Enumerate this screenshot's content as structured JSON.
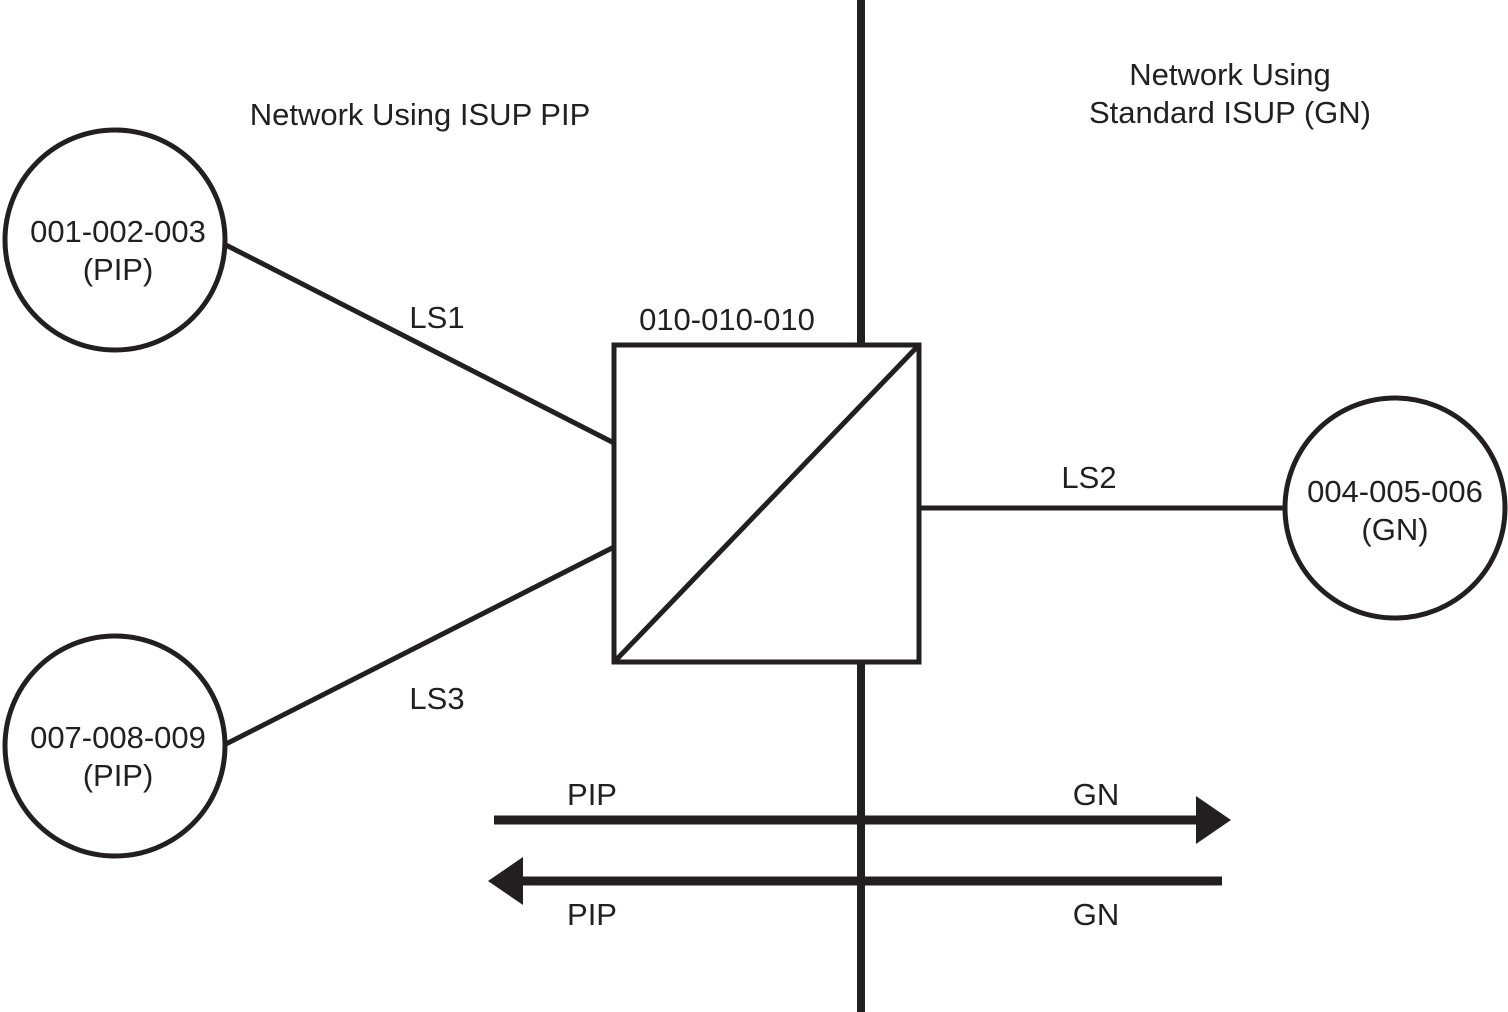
{
  "diagram": {
    "title_left": "Network Using ISUP PIP",
    "title_right_line1": "Network Using",
    "title_right_line2": "Standard ISUP (GN)",
    "gateway": {
      "label": "010-010-010"
    },
    "nodes": [
      {
        "id": "node-top-left",
        "line1": "001-002-003",
        "line2": "(PIP)"
      },
      {
        "id": "node-bottom-left",
        "line1": "007-008-009",
        "line2": "(PIP)"
      },
      {
        "id": "node-right",
        "line1": "004-005-006",
        "line2": "(GN)"
      }
    ],
    "links": [
      {
        "id": "link-ls1",
        "label": "LS1"
      },
      {
        "id": "link-ls2",
        "label": "LS2"
      },
      {
        "id": "link-ls3",
        "label": "LS3"
      }
    ],
    "flows": [
      {
        "id": "flow-forward",
        "direction": "right",
        "left_label": "PIP",
        "right_label": "GN"
      },
      {
        "id": "flow-reverse",
        "direction": "left",
        "left_label": "PIP",
        "right_label": "GN"
      }
    ],
    "colors": {
      "ink": "#231f20",
      "background": "#ffffff"
    }
  }
}
